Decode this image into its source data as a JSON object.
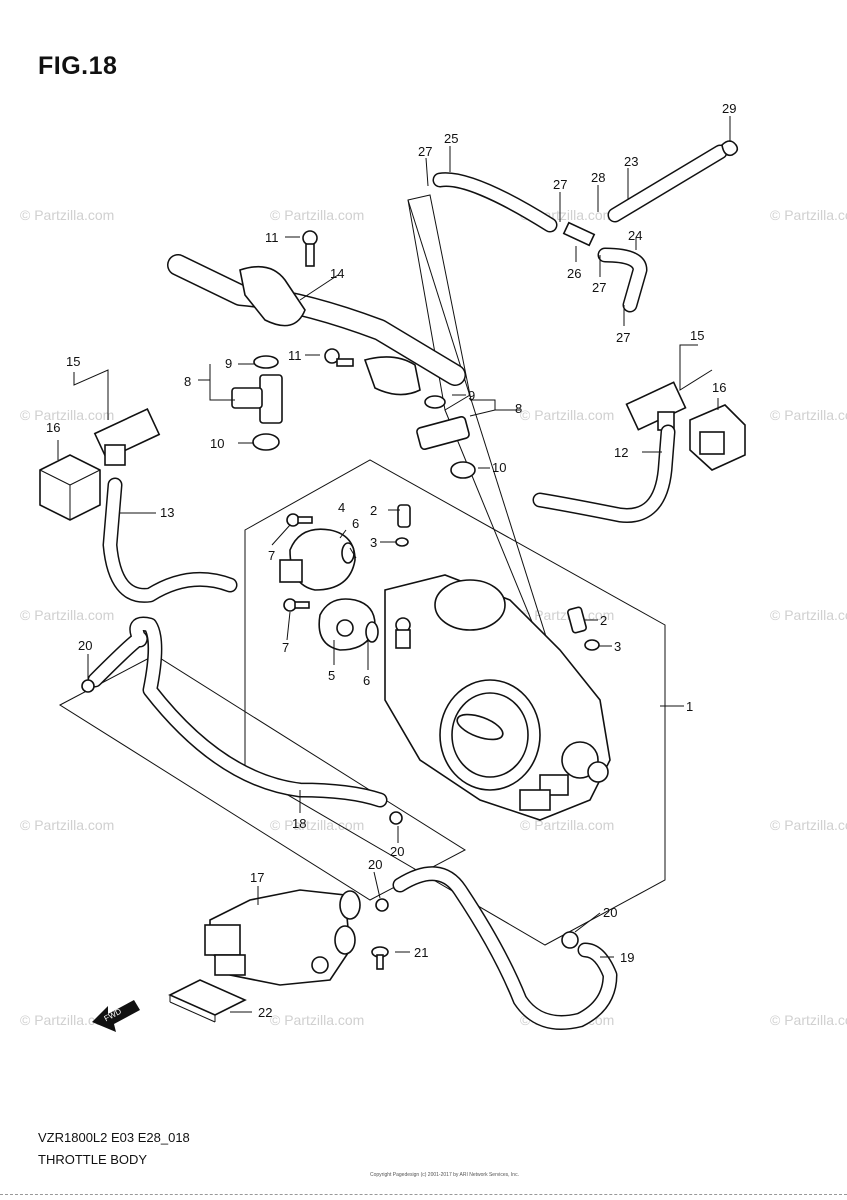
{
  "figure": {
    "title": "FIG.18",
    "model_code": "VZR1800L2 E03 E28_018",
    "section_name": "THROTTLE BODY",
    "copyright": "Copyright Pagedesign (c) 2001-2017 by ARI Network Services, Inc."
  },
  "watermark": "© Partzilla.com",
  "callouts": [
    "1",
    "2",
    "3",
    "4",
    "5",
    "6",
    "7",
    "8",
    "9",
    "10",
    "11",
    "12",
    "13",
    "14",
    "15",
    "16",
    "17",
    "18",
    "19",
    "20",
    "21",
    "22",
    "23",
    "24",
    "25",
    "26",
    "27",
    "28",
    "29"
  ],
  "fwd_label": "FWD"
}
